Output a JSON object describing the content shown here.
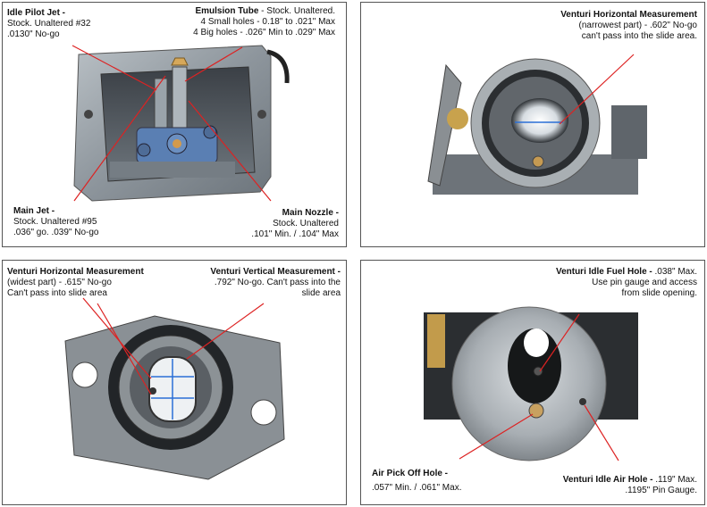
{
  "panel1": {
    "idle_pilot_jet": {
      "title": "Idle Pilot Jet -",
      "line1": "Stock.  Unaltered #32",
      "line2": ".0130\" No-go"
    },
    "emulsion_tube": {
      "title": "Emulsion Tube",
      "title_rest": " - Stock.  Unaltered.",
      "line1": "4 Small holes - 0.18\" to .021\" Max",
      "line2": "4 Big holes - .026\" Min to .029\" Max"
    },
    "main_jet": {
      "title": "Main Jet -",
      "line1": "Stock.  Unaltered #95",
      "line2": ".036\" go.  .039\" No-go"
    },
    "main_nozzle": {
      "title": "Main Nozzle -",
      "line1": "Stock.  Unaltered",
      "line2": ".101\" Min. / .104\" Max"
    }
  },
  "panel2": {
    "venturi_h_narrow": {
      "title": "Venturi Horizontal Measurement",
      "line1": "(narrowest part) - .602\" No-go",
      "line2": "can't pass into the slide area."
    }
  },
  "panel3": {
    "venturi_h_wide": {
      "title": "Venturi Horizontal Measurement",
      "line1": "(widest part) - .615\" No-go",
      "line2": "Can't pass into slide area"
    },
    "venturi_v": {
      "title": "Venturi Vertical Measurement -",
      "line1": ".792\" No-go.  Can't pass into the",
      "line2": "slide area"
    }
  },
  "panel4": {
    "idle_fuel_hole": {
      "title": "Venturi Idle Fuel Hole -",
      "title_rest": " .038\" Max.",
      "line1": "Use pin gauge and access",
      "line2": "from slide opening."
    },
    "air_pick_off": {
      "title": "Air Pick Off Hole -",
      "line1": ".057\" Min. / .061\" Max."
    },
    "idle_air_hole": {
      "title": "Venturi Idle Air Hole -",
      "title_rest": " .119\" Max.",
      "line1": ".1195\" Pin Gauge."
    }
  }
}
